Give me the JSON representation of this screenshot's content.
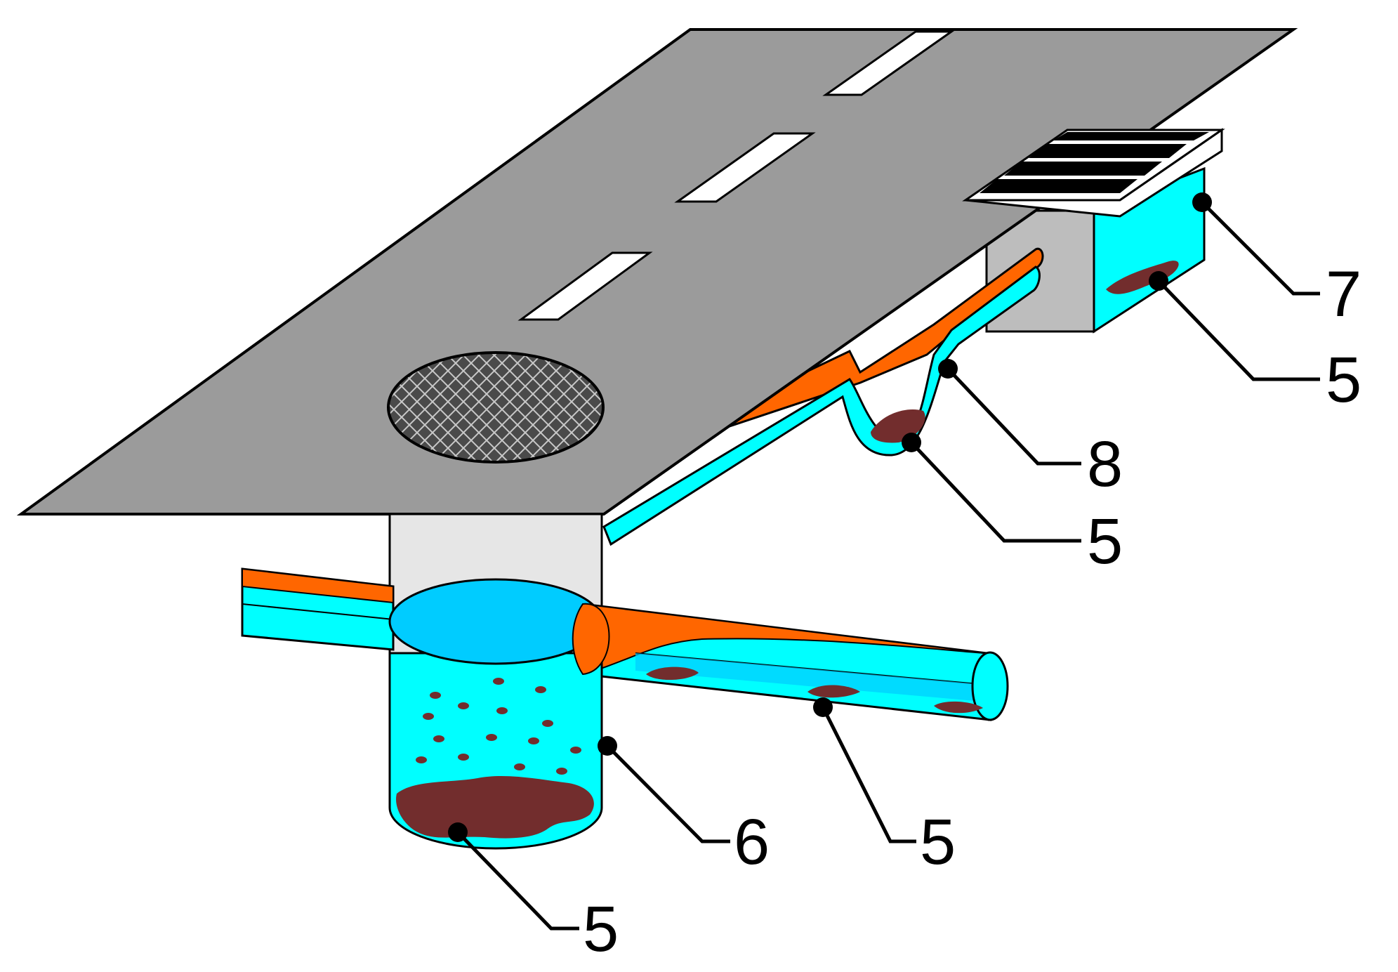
{
  "diagram": {
    "colors": {
      "road": "#9b9b9b",
      "outline": "#000000",
      "lane_marking": "#ffffff",
      "manhole_cover": "#4a4a4a",
      "chamber_wall": "#e6e6e6",
      "water": "#00ffff",
      "water_surface": "#00ccff",
      "pipe_wall": "#ff6600",
      "sediment": "#722d2d",
      "gully_box": "#bdbdbd",
      "grate": "#ffffff"
    },
    "callouts": [
      {
        "id": "gully-box-callout",
        "label": "7"
      },
      {
        "id": "gully-sediment-callout",
        "label": "5"
      },
      {
        "id": "connection-pipe-callout",
        "label": "8"
      },
      {
        "id": "trap-sediment-callout",
        "label": "5"
      },
      {
        "id": "manhole-callout",
        "label": "6"
      },
      {
        "id": "sewer-sediment-callout",
        "label": "5"
      },
      {
        "id": "manhole-sediment-callout",
        "label": "5"
      }
    ]
  }
}
